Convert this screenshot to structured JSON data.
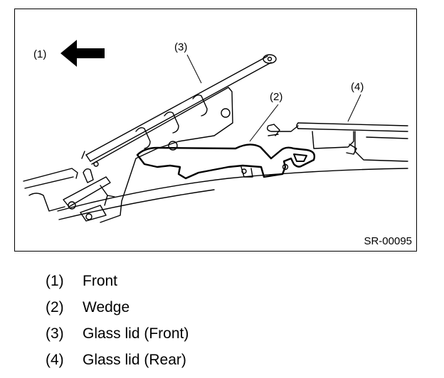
{
  "figure": {
    "callouts": {
      "c1": "(1)",
      "c2": "(2)",
      "c3": "(3)",
      "c4": "(4)"
    },
    "code": "SR-00095"
  },
  "legend": [
    {
      "num": "(1)",
      "text": "Front"
    },
    {
      "num": "(2)",
      "text": "Wedge"
    },
    {
      "num": "(3)",
      "text": "Glass lid (Front)"
    },
    {
      "num": "(4)",
      "text": "Glass lid (Rear)"
    }
  ],
  "colors": {
    "line": "#000000",
    "background": "#ffffff"
  }
}
